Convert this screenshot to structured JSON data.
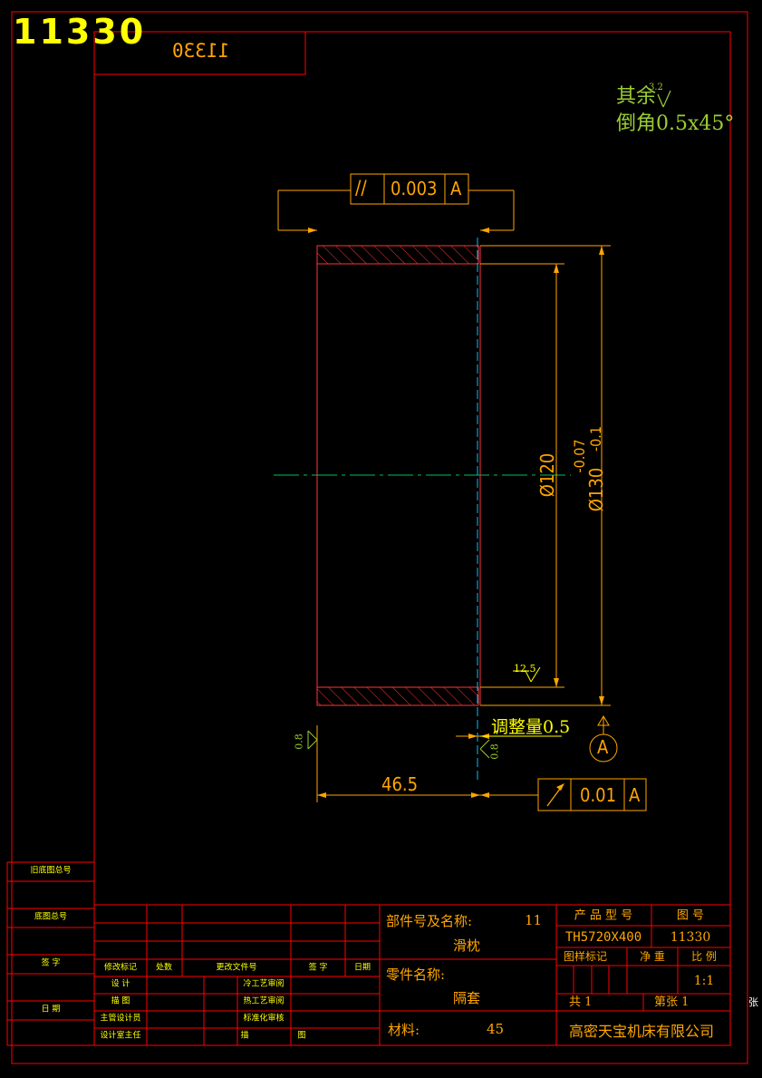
{
  "drawing": {
    "number_corner": "11330",
    "number_mirrored": "11330",
    "notes": {
      "line1": "其余",
      "roughness_general": "3.2",
      "line2": "倒角0.5x45°"
    }
  },
  "tolerances": {
    "parallelism": {
      "symbol": "//",
      "value": "0.003",
      "datum": "A"
    },
    "runout": {
      "symbol": "↗",
      "value": "0.01",
      "datum": "A"
    }
  },
  "dimensions": {
    "length": "46.5",
    "inner_diameter": "Ø120",
    "outer_diameter": "Ø130",
    "outer_tol_upper": "-0.07",
    "outer_tol_lower": "-0.1",
    "adjust_label": "调整量0.5",
    "datum_label": "A"
  },
  "roughness": {
    "bore": "12.5",
    "left_face": "0.8",
    "right_face": "0.8"
  },
  "title_block": {
    "left_labels": [
      "旧底图总号",
      "底图总号",
      "签  字",
      "日  期"
    ],
    "change_headers": [
      "修改标记",
      "处数",
      "更改文件号",
      "签  字",
      "日期"
    ],
    "sign_rows": [
      [
        "设  计",
        "",
        "冷工艺审阅",
        ""
      ],
      [
        "描  图",
        "",
        "热工艺审阅",
        ""
      ],
      [
        "主管设计员",
        "",
        "标准化审核",
        ""
      ],
      [
        "设计室主任",
        "",
        "描",
        "图"
      ]
    ],
    "part_group_label": "部件号及名称:",
    "part_group_number": "11",
    "part_group_name": "滑枕",
    "part_name_label": "零件名称:",
    "part_name": "隔套",
    "material_label": "材料:",
    "material": "45",
    "product_model_label": "产 品 型 号",
    "drawing_no_label": "图  号",
    "product_model": "TH5720X400",
    "drawing_no": "11330",
    "stage_label": "图样标记",
    "weight_label": "净  重",
    "scale_label": "比  例",
    "scale": "1:1",
    "total_sheets": "共  1",
    "sheet_no": "第张  1",
    "sheet_suffix": "张",
    "company": "高密天宝机床有限公司"
  },
  "colors": {
    "background": "#000000",
    "frame": "#ff0000",
    "dimension": "#ffa500",
    "note": "#9acd32",
    "highlight": "#ffff00",
    "centerline": "#00c060",
    "axis": "#00bfff"
  }
}
